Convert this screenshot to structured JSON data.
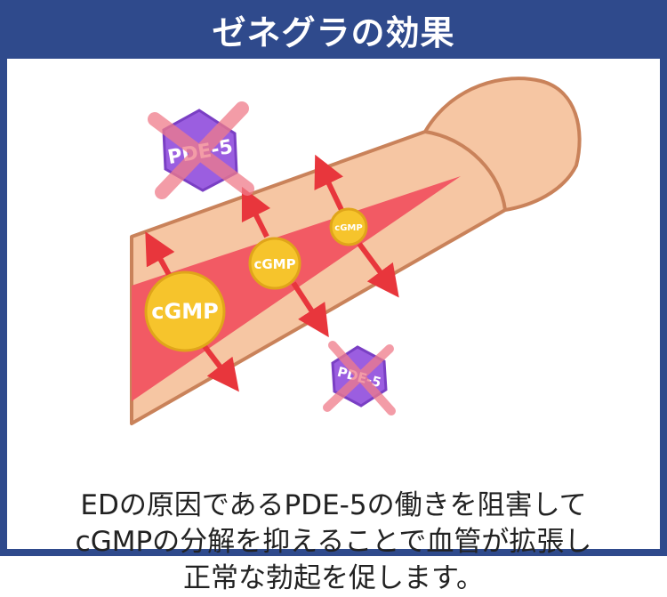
{
  "header": {
    "title": "ゼネグラの効果"
  },
  "illustration": {
    "cgmp_large": "cGMP",
    "cgmp_medium": "cGMP",
    "cgmp_small": "cGMP",
    "pde5_top": "PDE-5",
    "pde5_bottom": "PDE-5",
    "colors": {
      "skin": "#f6c6a3",
      "skin_outline": "#c9825a",
      "vessel": "#f25a64",
      "cgmp": "#f6c42c",
      "pde5": "#9b5ee0",
      "arrow": "#e8363c",
      "cross": "#f07c8a"
    }
  },
  "caption": {
    "line1": "EDの原因であるPDE-5の働きを阻害して",
    "line2": "cGMPの分解を抑えることで血管が拡張し",
    "line3": "正常な勃起を促します。"
  }
}
